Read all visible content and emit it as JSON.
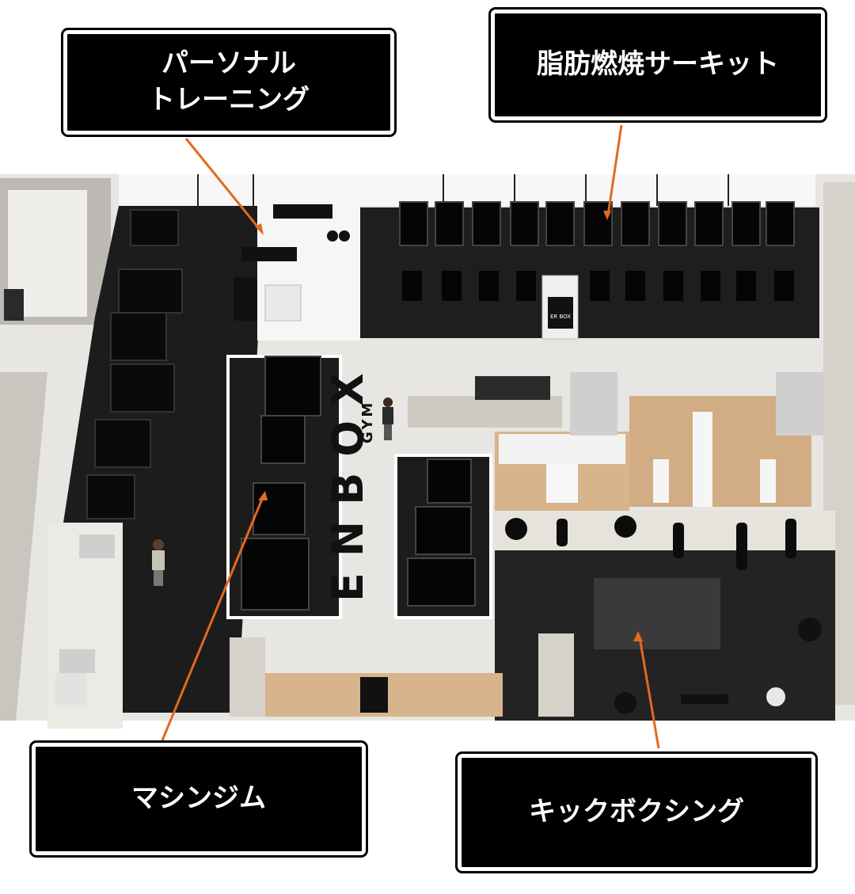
{
  "labels": {
    "personal_training": "パーソナル\nトレーニング",
    "fat_burning_circuit": "脂肪燃焼サーキット",
    "machine_gym": "マシンジム",
    "kickboxing": "キックボクシング"
  },
  "floor": {
    "brand_main": "ENBOX",
    "brand_sub": "GYM",
    "sign_text": "ER BOX"
  },
  "colors": {
    "mat": "#1c1c1c",
    "floor": "#f1f1ef",
    "wood": "#c8a57c",
    "wall": "#d9d6cf",
    "arrow": "#e2691f",
    "label_bg": "#000000",
    "label_text": "#ffffff"
  }
}
